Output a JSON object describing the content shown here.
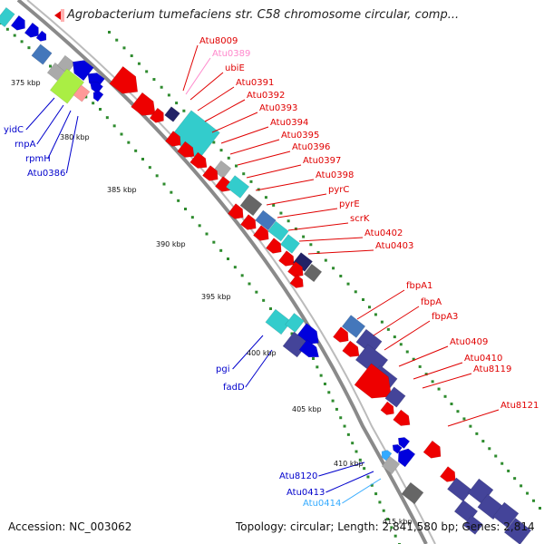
{
  "title": "Agrobacterium tumefaciens str. C58 chromosome circular, comp...",
  "footer": {
    "accession": "Accession: NC_003062",
    "topology": "Topology: circular; Length: 2,841,580 bp; Genes: 2,814"
  },
  "colors": {
    "backbone": "#8a8a8a",
    "tick": "#2e8b2e",
    "forward_label": "#e00000",
    "reverse_label": "#0000cc",
    "pink_label": "#ff88cc",
    "cyan_label": "#33aaff"
  },
  "kbp_ticks": [
    "375 kbp",
    "380 kbp",
    "385 kbp",
    "390 kbp",
    "395 kbp",
    "400 kbp",
    "405 kbp",
    "410 kbp",
    "415 kbp"
  ],
  "forward_gene_labels": [
    "Atu8009",
    "Atu0389",
    "ubiE",
    "Atu0391",
    "Atu0392",
    "Atu0393",
    "Atu0394",
    "Atu0395",
    "Atu0396",
    "Atu0397",
    "Atu0398",
    "pyrC",
    "pyrE",
    "scrK",
    "Atu0402",
    "Atu0403",
    "fbpA1",
    "fbpA",
    "fbpA3",
    "Atu0409",
    "Atu0410",
    "Atu8119",
    "Atu8121"
  ],
  "reverse_gene_labels": [
    "yidC",
    "rnpA",
    "rpmH",
    "Atu0386",
    "pgi",
    "fadD",
    "Atu8120",
    "Atu0413",
    "Atu0414"
  ]
}
